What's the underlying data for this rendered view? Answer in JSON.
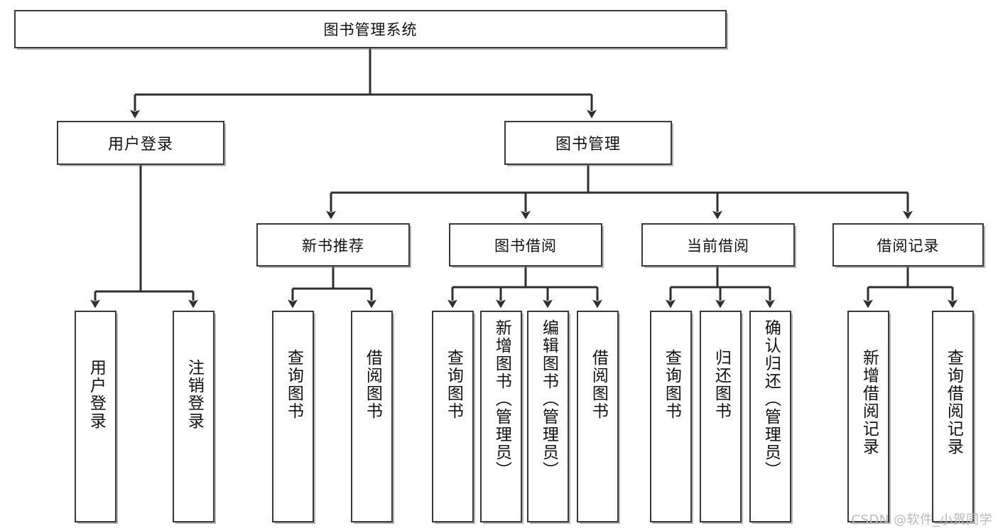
{
  "diagram": {
    "type": "tree-hierarchy",
    "title": "图书管理系统",
    "root": {
      "label": "图书管理系统"
    },
    "level2": [
      {
        "label": "用户登录"
      },
      {
        "label": "图书管理"
      }
    ],
    "level3": [
      {
        "label": "新书推荐"
      },
      {
        "label": "图书借阅"
      },
      {
        "label": "当前借阅"
      },
      {
        "label": "借阅记录"
      }
    ],
    "leaves": {
      "user_login": [
        {
          "label": "用户登录"
        },
        {
          "label": "注销登录"
        }
      ],
      "new_book_recommend": [
        {
          "label": "查询图书"
        },
        {
          "label": "借阅图书"
        }
      ],
      "book_borrow": [
        {
          "label": "查询图书"
        },
        {
          "label": "新增图书（管理员）"
        },
        {
          "label": "编辑图书（管理员）"
        },
        {
          "label": "借阅图书"
        }
      ],
      "current_borrow": [
        {
          "label": "查询图书"
        },
        {
          "label": "归还图书"
        },
        {
          "label": "确认归还（管理员）"
        }
      ],
      "borrow_record": [
        {
          "label": "新增借阅记录"
        },
        {
          "label": "查询借阅记录"
        }
      ]
    },
    "watermark": "CSDN @软件_小贺同学",
    "colors": {
      "background": "#ffffff",
      "box_border": "#3a3a3a",
      "text": "#111111",
      "connector": "#2f2f2f",
      "watermark": "#b9b9b9"
    }
  }
}
